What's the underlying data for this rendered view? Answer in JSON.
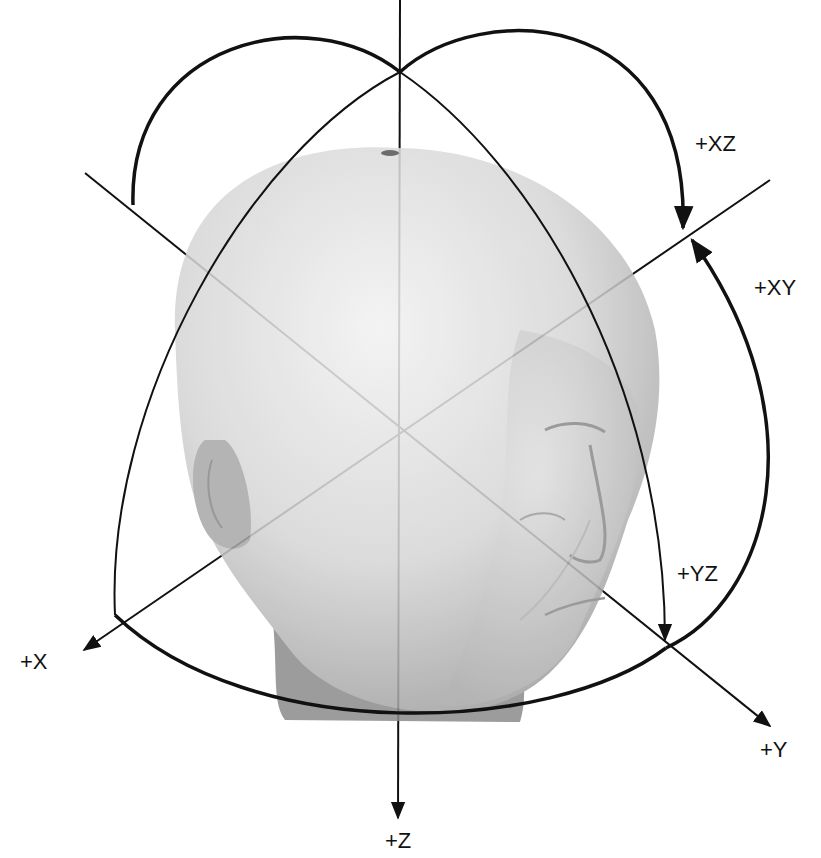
{
  "diagram": {
    "labels": [
      "+XZ",
      "+XY",
      "+YZ",
      "+X",
      "+Y",
      "+Z"
    ]
  }
}
